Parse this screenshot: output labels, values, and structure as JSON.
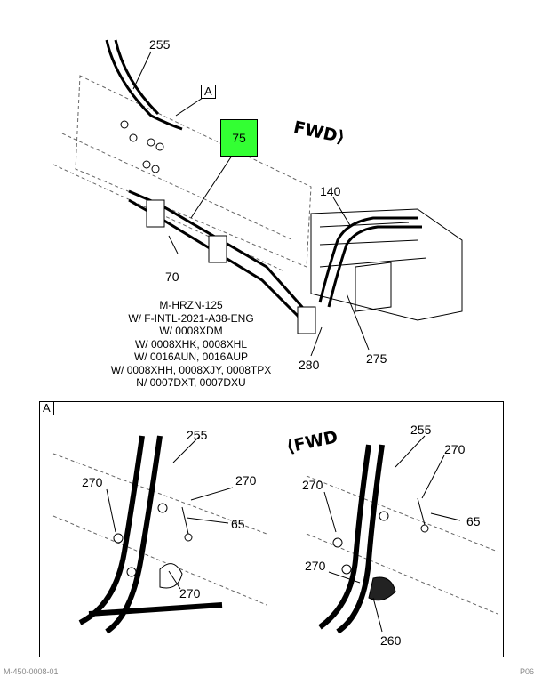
{
  "main_view": {
    "callout_label": "75",
    "view_ref": "A",
    "fwd": "FWD",
    "parts": {
      "p255": "255",
      "p140": "140",
      "p70": "70",
      "p280": "280",
      "p275": "275"
    },
    "notes": [
      "M-HRZN-125",
      "W/ F-INTL-2021-A38-ENG",
      "W/ 0008XDM",
      "W/ 0008XHK, 0008XHL",
      "W/ 0016AUN, 0016AUP",
      "W/ 0008XHH, 0008XJY, 0008TPX",
      "N/ 0007DXT, 0007DXU"
    ]
  },
  "detail_view": {
    "title": "A",
    "fwd": "FWD",
    "left_parts": {
      "p255": "255",
      "p270a": "270",
      "p270b": "270",
      "p65": "65",
      "p270c": "270"
    },
    "right_parts": {
      "p255": "255",
      "p270a": "270",
      "p270b": "270",
      "p65": "65",
      "p270c": "270",
      "p260": "260"
    }
  },
  "footer": {
    "left": "M-450-0008-01",
    "right": "P06"
  },
  "colors": {
    "callout_fill": "#33ff33",
    "line": "#000000"
  }
}
